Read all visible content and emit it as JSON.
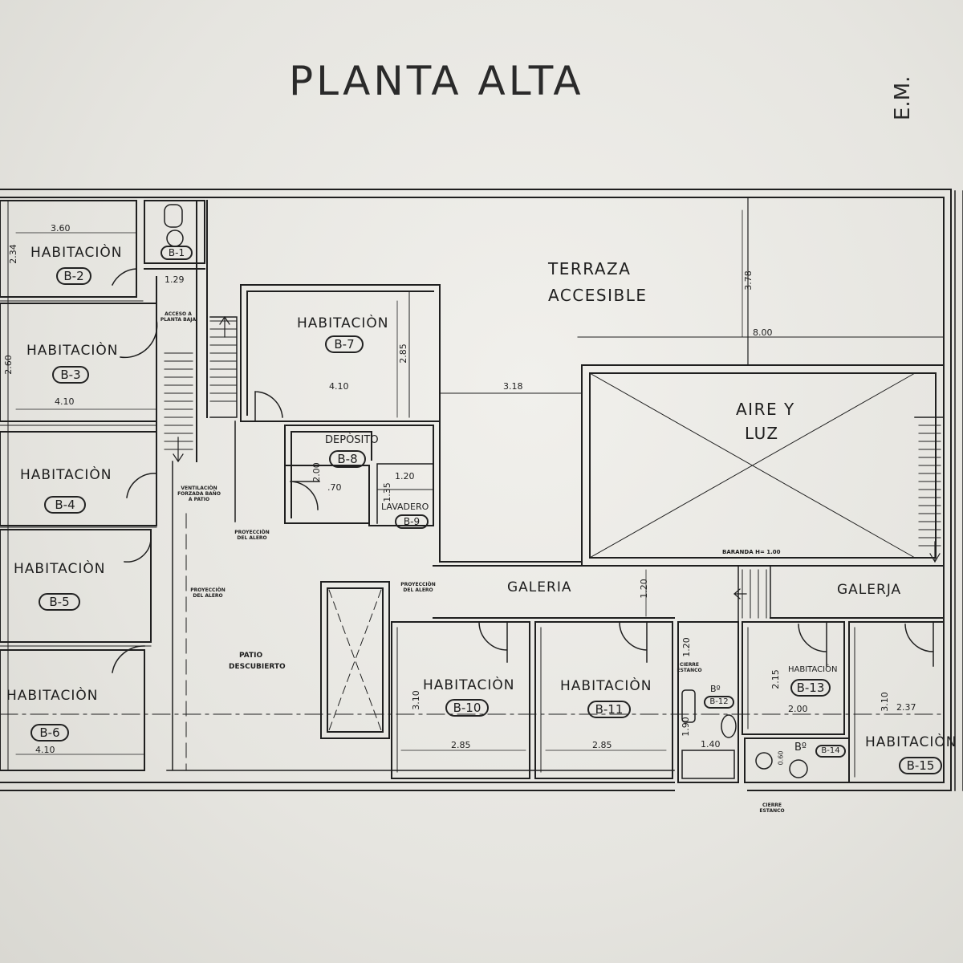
{
  "title": "PLANTA ALTA",
  "corner_label": "E.M.",
  "rooms": {
    "b2": {
      "label": "HABITACIÒN",
      "code": "B-2"
    },
    "b3": {
      "label": "HABITACIÒN",
      "code": "B-3"
    },
    "b4": {
      "label": "HABITACIÒN",
      "code": "B-4"
    },
    "b5": {
      "label": "HABITACIÒN",
      "code": "B-5"
    },
    "b6": {
      "label": "HABITACIÒN",
      "code": "B-6"
    },
    "b7": {
      "label": "HABITACIÒN",
      "code": "B-7"
    },
    "b8": {
      "label": "DEPÒSITO",
      "code": "B-8"
    },
    "b9": {
      "label": "LAVADERO",
      "code": "B-9"
    },
    "b10": {
      "label": "HABITACIÒN",
      "code": "B-10"
    },
    "b11": {
      "label": "HABITACIÒN",
      "code": "B-11"
    },
    "b13": {
      "label": "HABITACIÒN",
      "code": "B-13"
    },
    "b15": {
      "label": "HABITACIÒN",
      "code": "B-15"
    },
    "b1": {
      "code": "B-1"
    },
    "b12": {
      "label": "Bº",
      "code": "B-12"
    },
    "b14": {
      "label": "Bº",
      "code": "B-14"
    }
  },
  "areas": {
    "terraza_1": "TERRAZA",
    "terraza_2": "ACCESIBLE",
    "aire_1": "AIRE Y",
    "aire_2": "LUZ",
    "galeria_1": "GALERIA",
    "galeria_2": "GALERJA",
    "patio_1": "PATIO",
    "patio_2": "DESCUBIERTO",
    "baranda": "BARANDA H= 1.00",
    "proy_1": "PROYECCIÒN DEL ALERO",
    "proy_2": "PROYECCIÒN DEL ALERO",
    "proy_3": "PROYECCIÒN DEL ALERO",
    "ventilacion": "VENTILACIÒN FORZADA BAÑO A PATIO",
    "acceso": "ACCESO A PLANTA BAJA",
    "cierre_1": "CIERRE ESTANCO",
    "cierre_2": "CIERRE ESTANCO"
  },
  "dimensions": {
    "d360": "3.60",
    "d234": "2.34",
    "d129": "1.29",
    "d260": "2.60",
    "d410a": "4.10",
    "d410b": "4.10",
    "d410c": "4.10",
    "d285a": "2.85",
    "d318": "3.18",
    "d378": "3.78",
    "d800": "8.00",
    "d200a": "2.00",
    "d070": ".70",
    "d120a": "1.20",
    "d135": "1.35",
    "d120b": "1.20",
    "d120c": "1.20",
    "d310a": "3.10",
    "d285b": "2.85",
    "d285c": "2.85",
    "d190": "1.90",
    "d140": "1.40",
    "d215": "2.15",
    "d200b": "2.00",
    "d310b": "3.10",
    "d237": "2.37",
    "d060": "0.60"
  }
}
